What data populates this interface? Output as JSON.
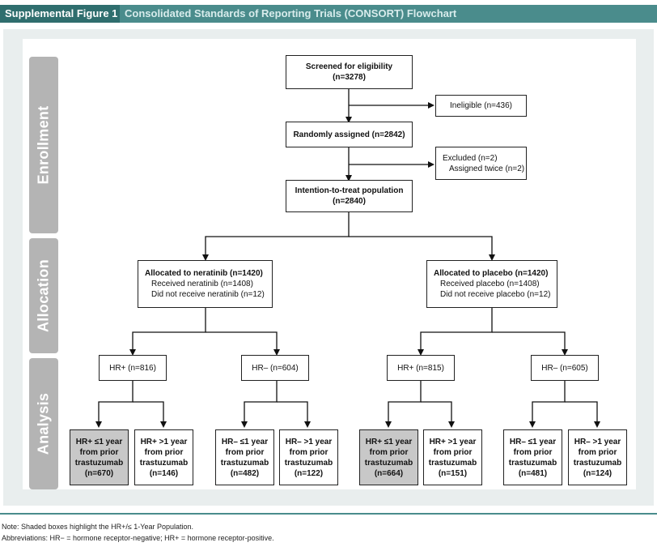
{
  "header": {
    "label": "Supplemental Figure 1",
    "title": "Consolidated Standards of Reporting Trials (CONSORT) Flowchart"
  },
  "phases": {
    "enrollment": "Enrollment",
    "allocation": "Allocation",
    "analysis": "Analysis"
  },
  "enrollment": {
    "screened_title": "Screened for eligibility",
    "screened_n": "(n=3278)",
    "ineligible": "Ineligible (n=436)",
    "randomized": "Randomly assigned (n=2842)",
    "excluded": "Excluded (n=2)",
    "excluded_reason": "Assigned twice (n=2)",
    "itt_title": "Intention-to-treat population",
    "itt_n": "(n=2840)"
  },
  "allocation": {
    "neratinib": {
      "title": "Allocated to neratinib (n=1420)",
      "received": "Received neratinib (n=1408)",
      "not_received": "Did not receive neratinib (n=12)"
    },
    "placebo": {
      "title": "Allocated to placebo (n=1420)",
      "received": "Received placebo (n=1408)",
      "not_received": "Did not receive placebo (n=12)"
    }
  },
  "subgroups": {
    "ner_hrpos": "HR+ (n=816)",
    "ner_hrneg": "HR– (n=604)",
    "pla_hrpos": "HR+ (n=815)",
    "pla_hrneg": "HR– (n=605)"
  },
  "analysis": [
    {
      "l1": "HR+ ≤1 year",
      "l2": "from prior",
      "l3": "trastuzumab",
      "n": "(n=670)",
      "shaded": true
    },
    {
      "l1": "HR+ >1 year",
      "l2": "from prior",
      "l3": "trastuzumab",
      "n": "(n=146)",
      "shaded": false
    },
    {
      "l1": "HR– ≤1 year",
      "l2": "from prior",
      "l3": "trastuzumab",
      "n": "(n=482)",
      "shaded": false
    },
    {
      "l1": "HR– >1 year",
      "l2": "from prior",
      "l3": "trastuzumab",
      "n": "(n=122)",
      "shaded": false
    },
    {
      "l1": "HR+ ≤1 year",
      "l2": "from prior",
      "l3": "trastuzumab",
      "n": "(n=664)",
      "shaded": true
    },
    {
      "l1": "HR+ >1 year",
      "l2": "from prior",
      "l3": "trastuzumab",
      "n": "(n=151)",
      "shaded": false
    },
    {
      "l1": "HR– ≤1 year",
      "l2": "from prior",
      "l3": "trastuzumab",
      "n": "(n=481)",
      "shaded": false
    },
    {
      "l1": "HR– >1 year",
      "l2": "from prior",
      "l3": "trastuzumab",
      "n": "(n=124)",
      "shaded": false
    }
  ],
  "notes": {
    "note": "Note: Shaded boxes highlight the HR+/≤ 1-Year Population.",
    "abbreviations": "Abbreviations: HR− = hormone receptor-negative; HR+ = hormone receptor-positive."
  },
  "colors": {
    "header_bar": "#4a8c8c",
    "header_label": "#2f6e6e",
    "panel_bg": "#e9eeee",
    "phase_bg": "#b4b4b4",
    "shaded_box": "#c8c8c8"
  }
}
